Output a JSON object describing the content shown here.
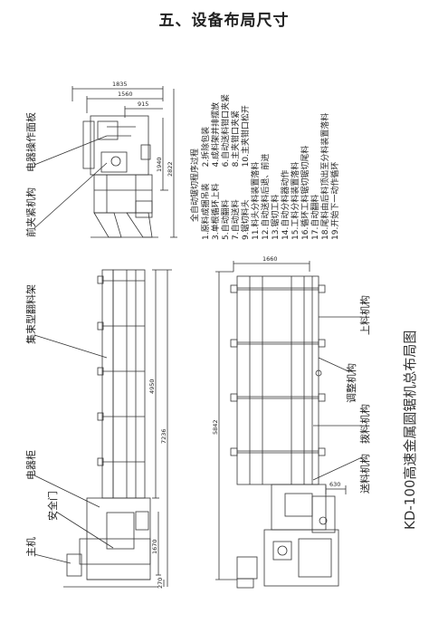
{
  "title": "五、设备布局尺寸",
  "side_title": "KD-100高速金属圆锯机总布局图",
  "labels": {
    "panel": "电器操作面板",
    "clamp": "前夹紧机构",
    "rack": "集束型翻料架",
    "cabinet": "电器柜",
    "door": "安全门",
    "main": "主机",
    "loading": "上料机构",
    "adjust": "调整机构",
    "unload": "拨料机构",
    "feed": "送料机构"
  },
  "process": {
    "heading": "全自动锯切程序过程",
    "steps": [
      "1.原料成捆吊装　　2.拆除包装",
      "3.单根循环上料　　4.成料架并排摆放",
      "5.自动翻料　　　　6.自动送料钳口夹紧",
      "7.自动送料　　　　8.主夹钳口夹紧",
      "9.锯切料头　　　　10.主夹钳口松开",
      "11.料头分料装置落料",
      "12.自动送料后退、前进",
      "13.锯切工料",
      "14.自动分料器动作",
      "15.工料分料装置落料",
      "16.循环工料锯切锯切尾料",
      "17.自动翻料",
      "18.尾料由后料顶出至分料装置落料",
      "19.开始下一动作循环"
    ]
  },
  "dimensions": {
    "top_width": "1835",
    "top_mid": "1560",
    "top_small": "915",
    "height_1": "1940",
    "height_2": "2822",
    "rack_length": "4950",
    "total_length": "7236",
    "bottom_1670": "1670",
    "bottom_270": "270",
    "right_width": "1660",
    "right_length": "5842",
    "right_630": "630"
  }
}
